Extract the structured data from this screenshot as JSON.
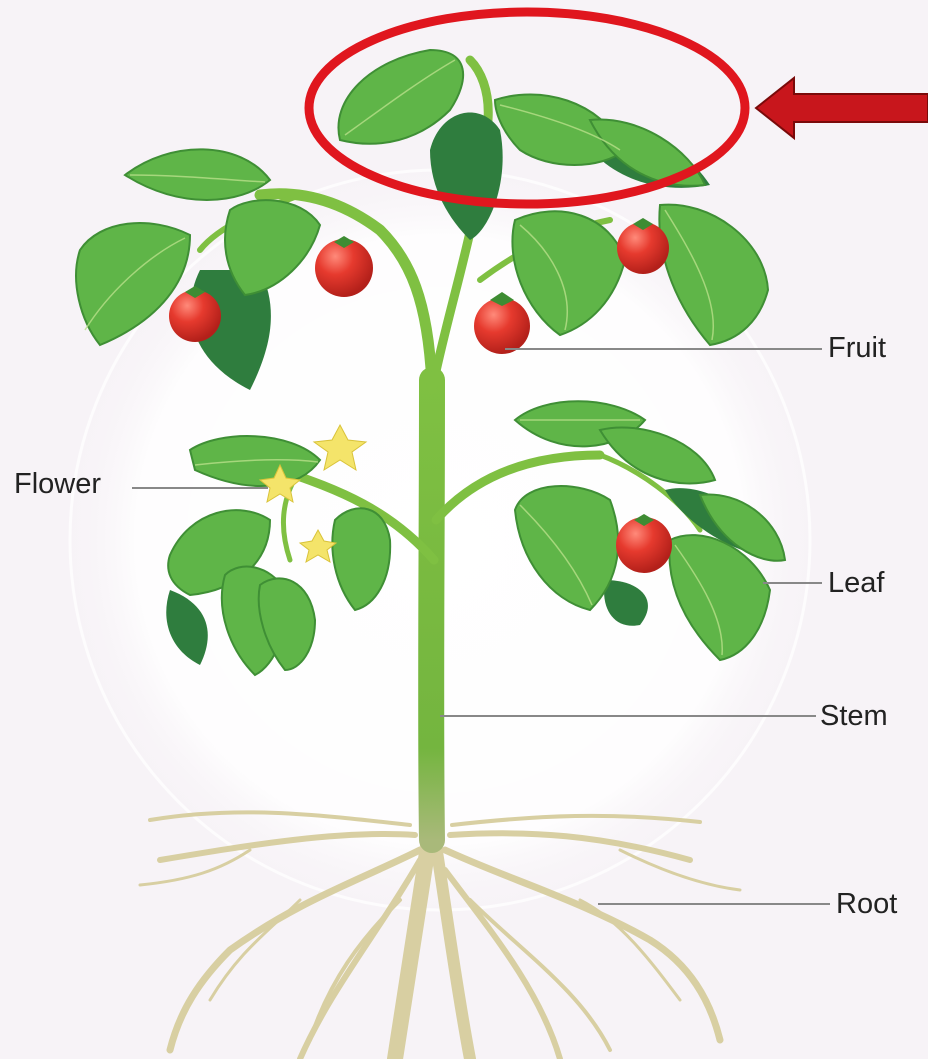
{
  "labels": {
    "fruit": "Fruit",
    "flower": "Flower",
    "leaf": "Leaf",
    "stem": "Stem",
    "root": "Root"
  },
  "colors": {
    "background": "#f7f3f7",
    "leaf": "#5fb548",
    "leaf_dark": "#2f7d3e",
    "stem": "#8cc63f",
    "fruit": "#e53a2f",
    "flower": "#f4e46a",
    "root": "#d8cfa2",
    "highlight": "#e0161e",
    "arrow": "#c8161c",
    "arrow_outline": "#7a0a0a",
    "leader_line": "#888888"
  },
  "icons": {
    "highlight": "red-ellipse-highlight",
    "pointer": "red-arrow-pointing-left"
  }
}
